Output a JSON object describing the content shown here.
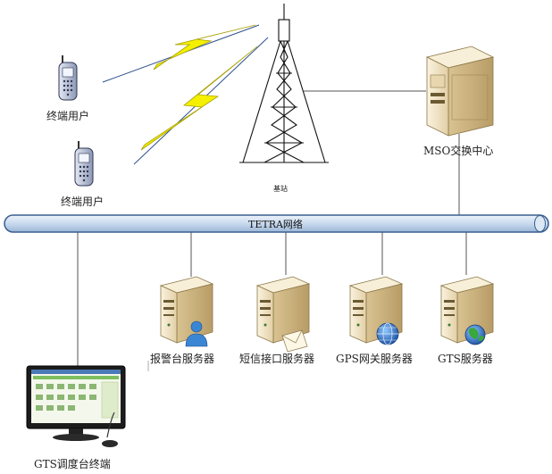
{
  "diagram": {
    "network_label": "TETRA网络",
    "nodes": {
      "user_terminal_1": "终端用户",
      "user_terminal_2": "终端用户",
      "base_station": "基站",
      "mso_center": "MSO交换中心",
      "alarm_server": "报警台服务器",
      "sms_server": "短信接口服务器",
      "gps_server": "GPS网关服务器",
      "gts_server": "GTS服务器",
      "dispatch_terminal": "GTS调度台终端"
    },
    "colors": {
      "bus_fill": "#c8d9ee",
      "bus_stroke": "#3a5f8f",
      "lightning": "#f4f000",
      "server_body": "#efe0bf",
      "line": "#555555"
    }
  }
}
